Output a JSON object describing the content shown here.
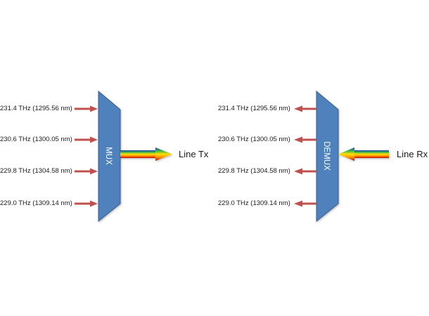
{
  "mux": {
    "label": "MUX",
    "inputs": [
      "231.4 THz  (1295.56 nm)",
      "230.6 THz  (1300.05 nm)",
      "229.8 THz  (1304.58 nm)",
      "229.0 THz  (1309.14 nm)"
    ],
    "output_label": "Line Tx"
  },
  "demux": {
    "label": "DEMUX",
    "outputs": [
      "231.4 THz  (1295.56 nm)",
      "230.6 THz  (1300.05 nm)",
      "229.8 THz  (1304.58 nm)",
      "229.0 THz  (1309.14 nm)"
    ],
    "input_label": "Line Rx"
  },
  "colors": {
    "block_fill": "#4f81bd",
    "block_stroke": "#385d8a",
    "channel_arrow": "#c0504d",
    "rainbow": [
      "#c00000",
      "#ff8c00",
      "#ffe000",
      "#39b54a",
      "#1f3fbf"
    ]
  }
}
